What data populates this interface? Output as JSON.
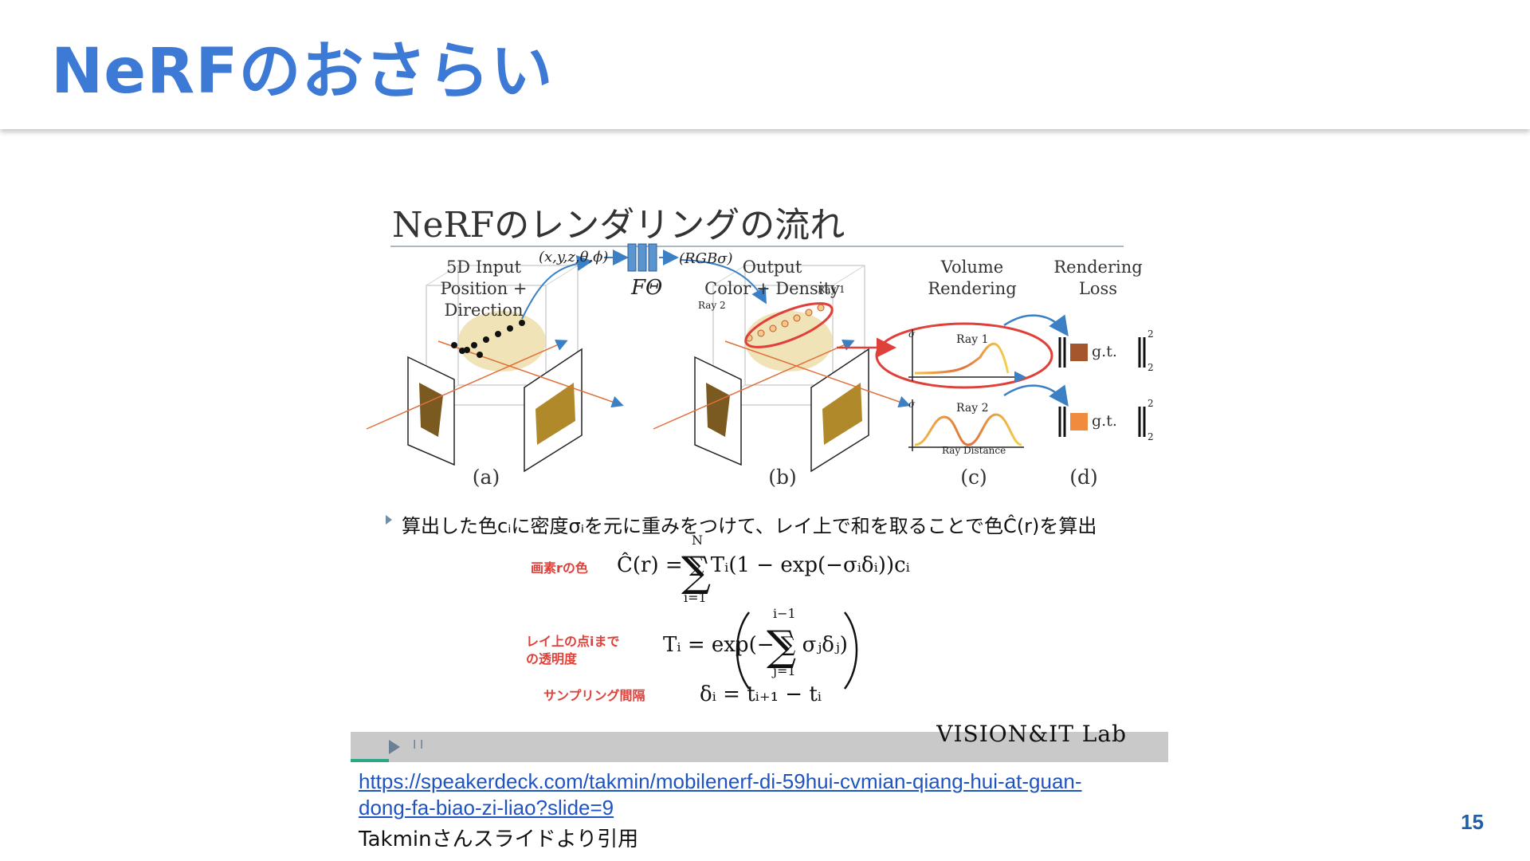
{
  "slide": {
    "title": "NeRFのおさらい",
    "page_number": "15"
  },
  "embedded_slide": {
    "title": "NeRFのレンダリングの流れ",
    "stages": {
      "input": "5D Input\nPosition + Direction",
      "output": "Output\nColor + Density",
      "volume": "Volume\nRendering",
      "loss": "Rendering\nLoss"
    },
    "annotations": {
      "input_coords": "(x,y,z,θ,ϕ)",
      "output_rgb": "(RGBσ)",
      "network": "FΘ",
      "ray1": "Ray 1",
      "ray2": "Ray 2",
      "ray_distance": "Ray Distance",
      "sigma": "σ",
      "gt": "g.t.",
      "norm_sup": "2",
      "norm_sub": "2"
    },
    "panel_letters": [
      "(a)",
      "(b)",
      "(c)",
      "(d)"
    ],
    "bullet": "算出した色cᵢに密度σᵢを元に重みをつけて、レイ上で和を取ることで色Ĉ(r)を算出",
    "equations": {
      "label1": "画素rの色",
      "eq1": "Ĉ(r) = ∑ Tᵢ(1 − exp(−σᵢδᵢ))cᵢ",
      "eq1_sum_top": "N",
      "eq1_sum_bottom": "i=1",
      "label2_line1": "レイ上の点iまで",
      "label2_line2": "の透明度",
      "eq2": "Tᵢ = exp(− ∑ σⱼδⱼ)",
      "eq2_sum_top": "i−1",
      "eq2_sum_bottom": "j=1",
      "label3": "サンプリング間隔",
      "eq3": "δᵢ = tᵢ₊₁ − tᵢ"
    },
    "player": {
      "extra_control": "I I",
      "logo": "VISION&IT Lab"
    },
    "colors": {
      "accent_red": "#e0403a",
      "arrow_blue": "#3b7fc4",
      "output_square_1": "#a5562c",
      "output_square_2": "#f08a3c"
    }
  },
  "source": {
    "link_text": "https://speakerdeck.com/takmin/mobilenerf-di-59hui-cvmian-qiang-hui-at-guan-dong-fa-biao-zi-liao?slide=9",
    "note": "Takminさんスライドより引用"
  },
  "colors": {
    "title": "#3d7ad6",
    "link": "#1f54c0",
    "page_number": "#1f5ea8"
  }
}
